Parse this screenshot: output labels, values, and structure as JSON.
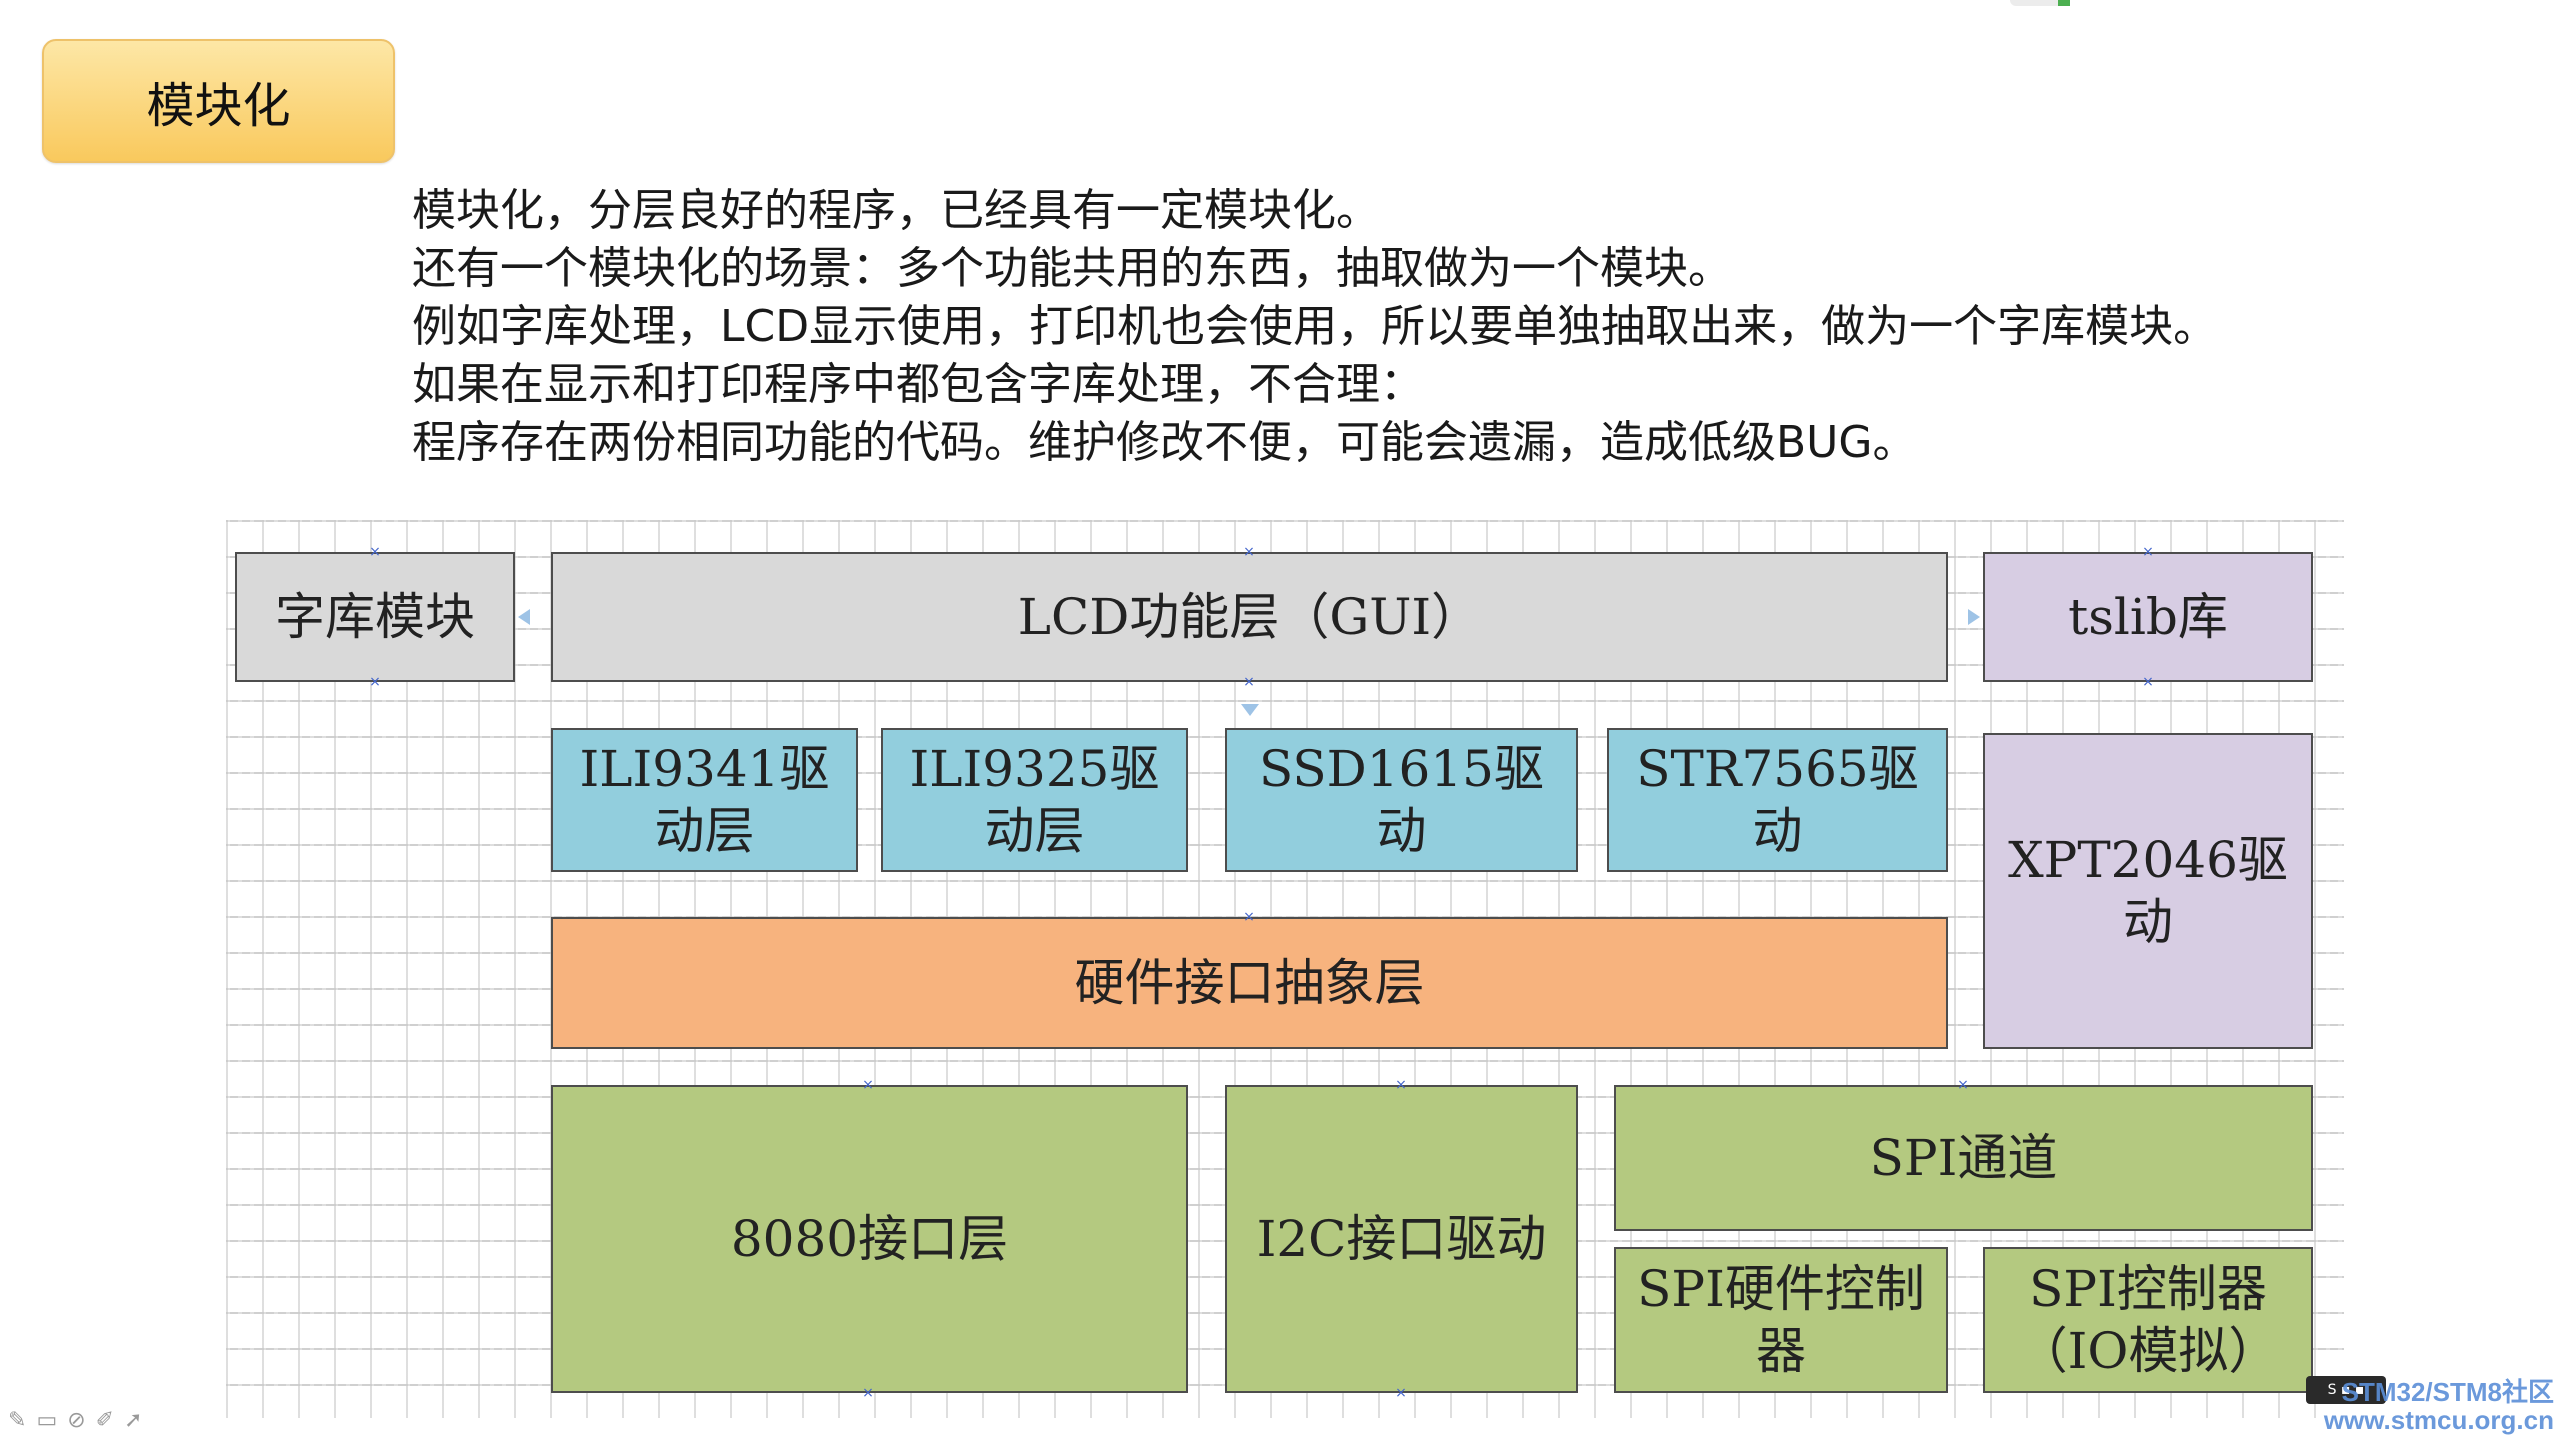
{
  "slide_title": "模块化",
  "intro_lines": [
    "模块化，分层良好的程序，已经具有一定模块化。",
    "还有一个模块化的场景：多个功能共用的东西，抽取做为一个模块。",
    "例如字库处理，LCD显示使用，打印机也会使用，所以要单独抽取出来，做为一个字库模块。",
    "如果在显示和打印程序中都包含字库处理，不合理：",
    "程序存在两份相同功能的代码。维护修改不便，可能会遗漏，造成低级BUG。"
  ],
  "diagram": {
    "font_module": "字库模块",
    "gui_layer": "LCD功能层（GUI）",
    "tslib": "tslib库",
    "ili9341": "ILI9341驱动层",
    "ili9325": "ILI9325驱动层",
    "ssd1615": "SSD1615驱动",
    "str7565": "STR7565驱动",
    "xpt2046": "XPT2046驱动",
    "hw_abstraction": "硬件接口抽象层",
    "if8080": "8080接口层",
    "i2c": "I2C接口驱动",
    "spi_channel": "SPI通道",
    "spi_hw": "SPI硬件控制器",
    "spi_io": "SPI控制器（IO模拟）"
  },
  "watermark": {
    "line1": "STM32/STM8社区",
    "line2": "www.stmcu.org.cn"
  },
  "colors": {
    "gray": "#d9d9d9",
    "purple": "#d7cde3",
    "blue": "#92cedd",
    "orange": "#f7b37e",
    "green": "#b4c980",
    "badge": "#f9c95d"
  }
}
